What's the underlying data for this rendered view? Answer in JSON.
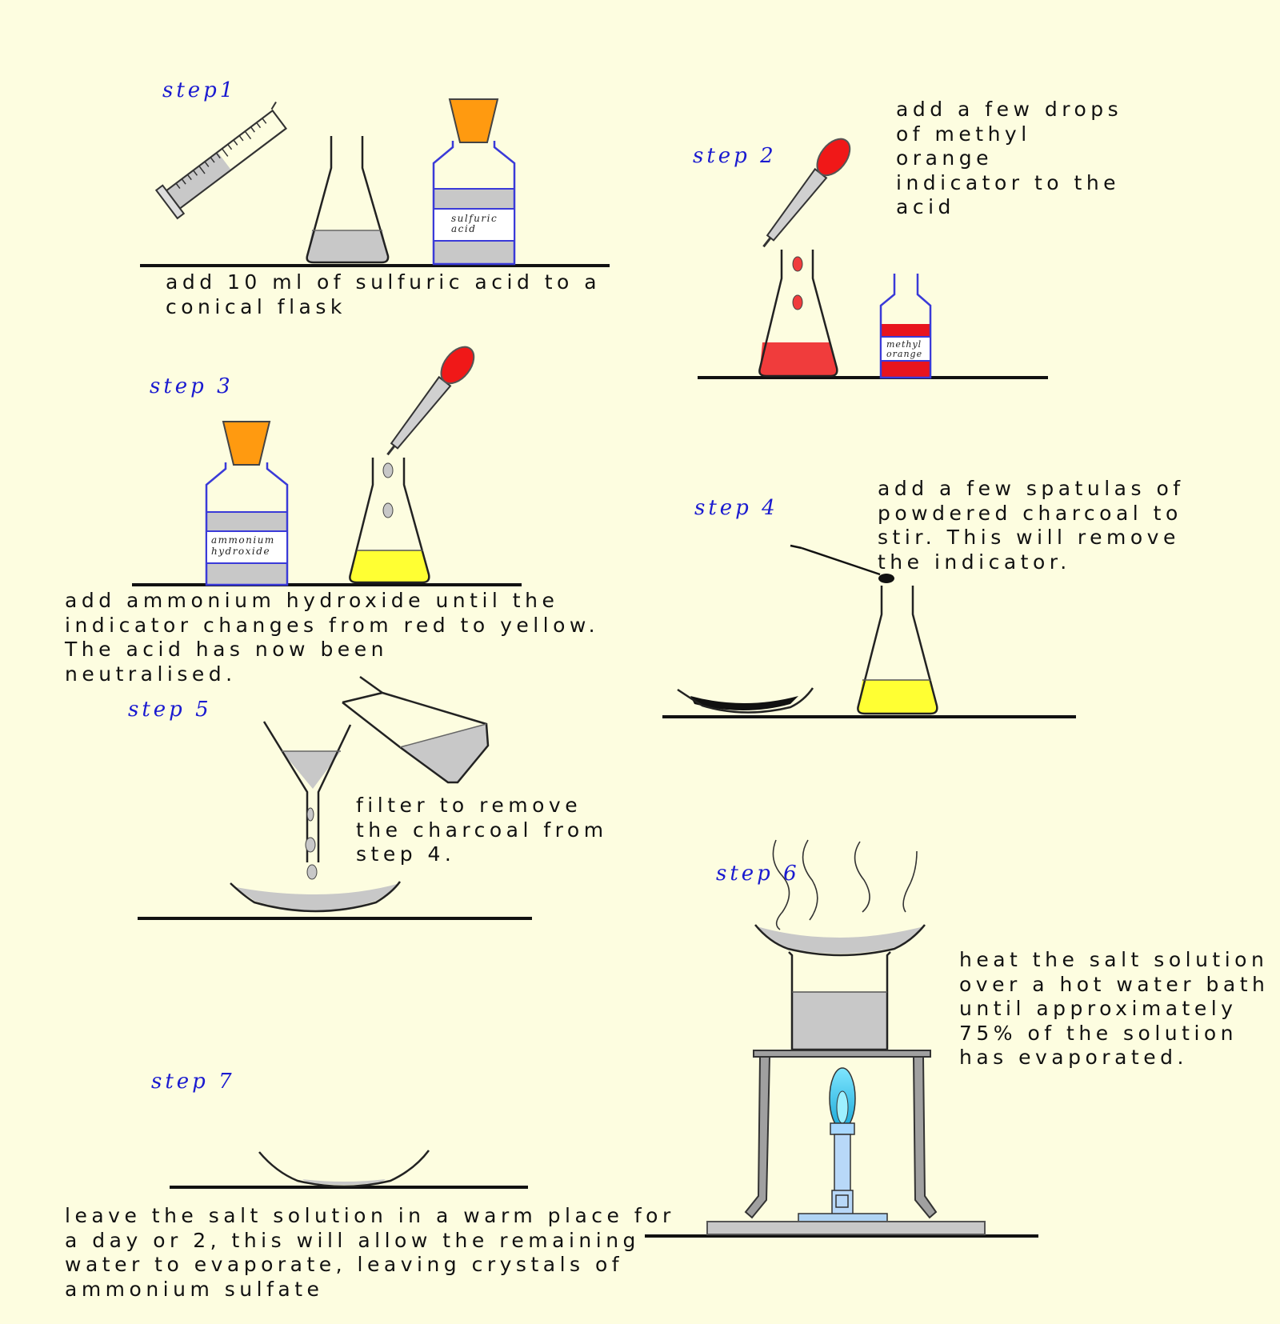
{
  "steps": [
    {
      "label": "step1",
      "lines": [
        "add 10 ml of sulfuric acid to a",
        "conical flask"
      ]
    },
    {
      "label": "step  2",
      "lines": [
        "add a few drops",
        "of methyl",
        "orange",
        "indicator to the",
        "acid"
      ]
    },
    {
      "label": "step  3",
      "lines": [
        "add ammonium hydroxide until the",
        "indicator changes from red to yellow.",
        "The acid has now been",
        "neutralised."
      ]
    },
    {
      "label": "step  4",
      "lines": [
        "add a few spatulas of",
        "powdered charcoal to",
        "stir.  This will remove",
        "the indicator."
      ]
    },
    {
      "label": "step  5",
      "lines": [
        "filter to remove",
        "the charcoal from",
        "step 4."
      ]
    },
    {
      "label": "step  6",
      "lines": [
        "heat the salt solution",
        "over a hot water bath",
        "until approximately",
        "75% of the solution",
        "has evaporated."
      ]
    },
    {
      "label": "step  7",
      "lines": [
        "leave the salt solution in a warm place for",
        "a day or 2, this will allow the remaining",
        "water to evaporate, leaving crystals of",
        "ammonium sulfate"
      ]
    }
  ],
  "bottle_labels": {
    "sulfuric": [
      "sulfuric",
      "acid"
    ],
    "methyl": [
      "methyl",
      "orange"
    ],
    "ammonium": [
      "ammonium",
      "hydroxide"
    ]
  },
  "colors": {
    "background": "#fdfde0",
    "step_label": "#1a1ad0",
    "liquid_grey": "#c8c8c8",
    "indicator_red": "#f03c3c",
    "neutral_yellow": "#ffff33",
    "stopper_orange": "#ff9a10",
    "charcoal": "#111111",
    "flame_blue": "#33ccee"
  }
}
